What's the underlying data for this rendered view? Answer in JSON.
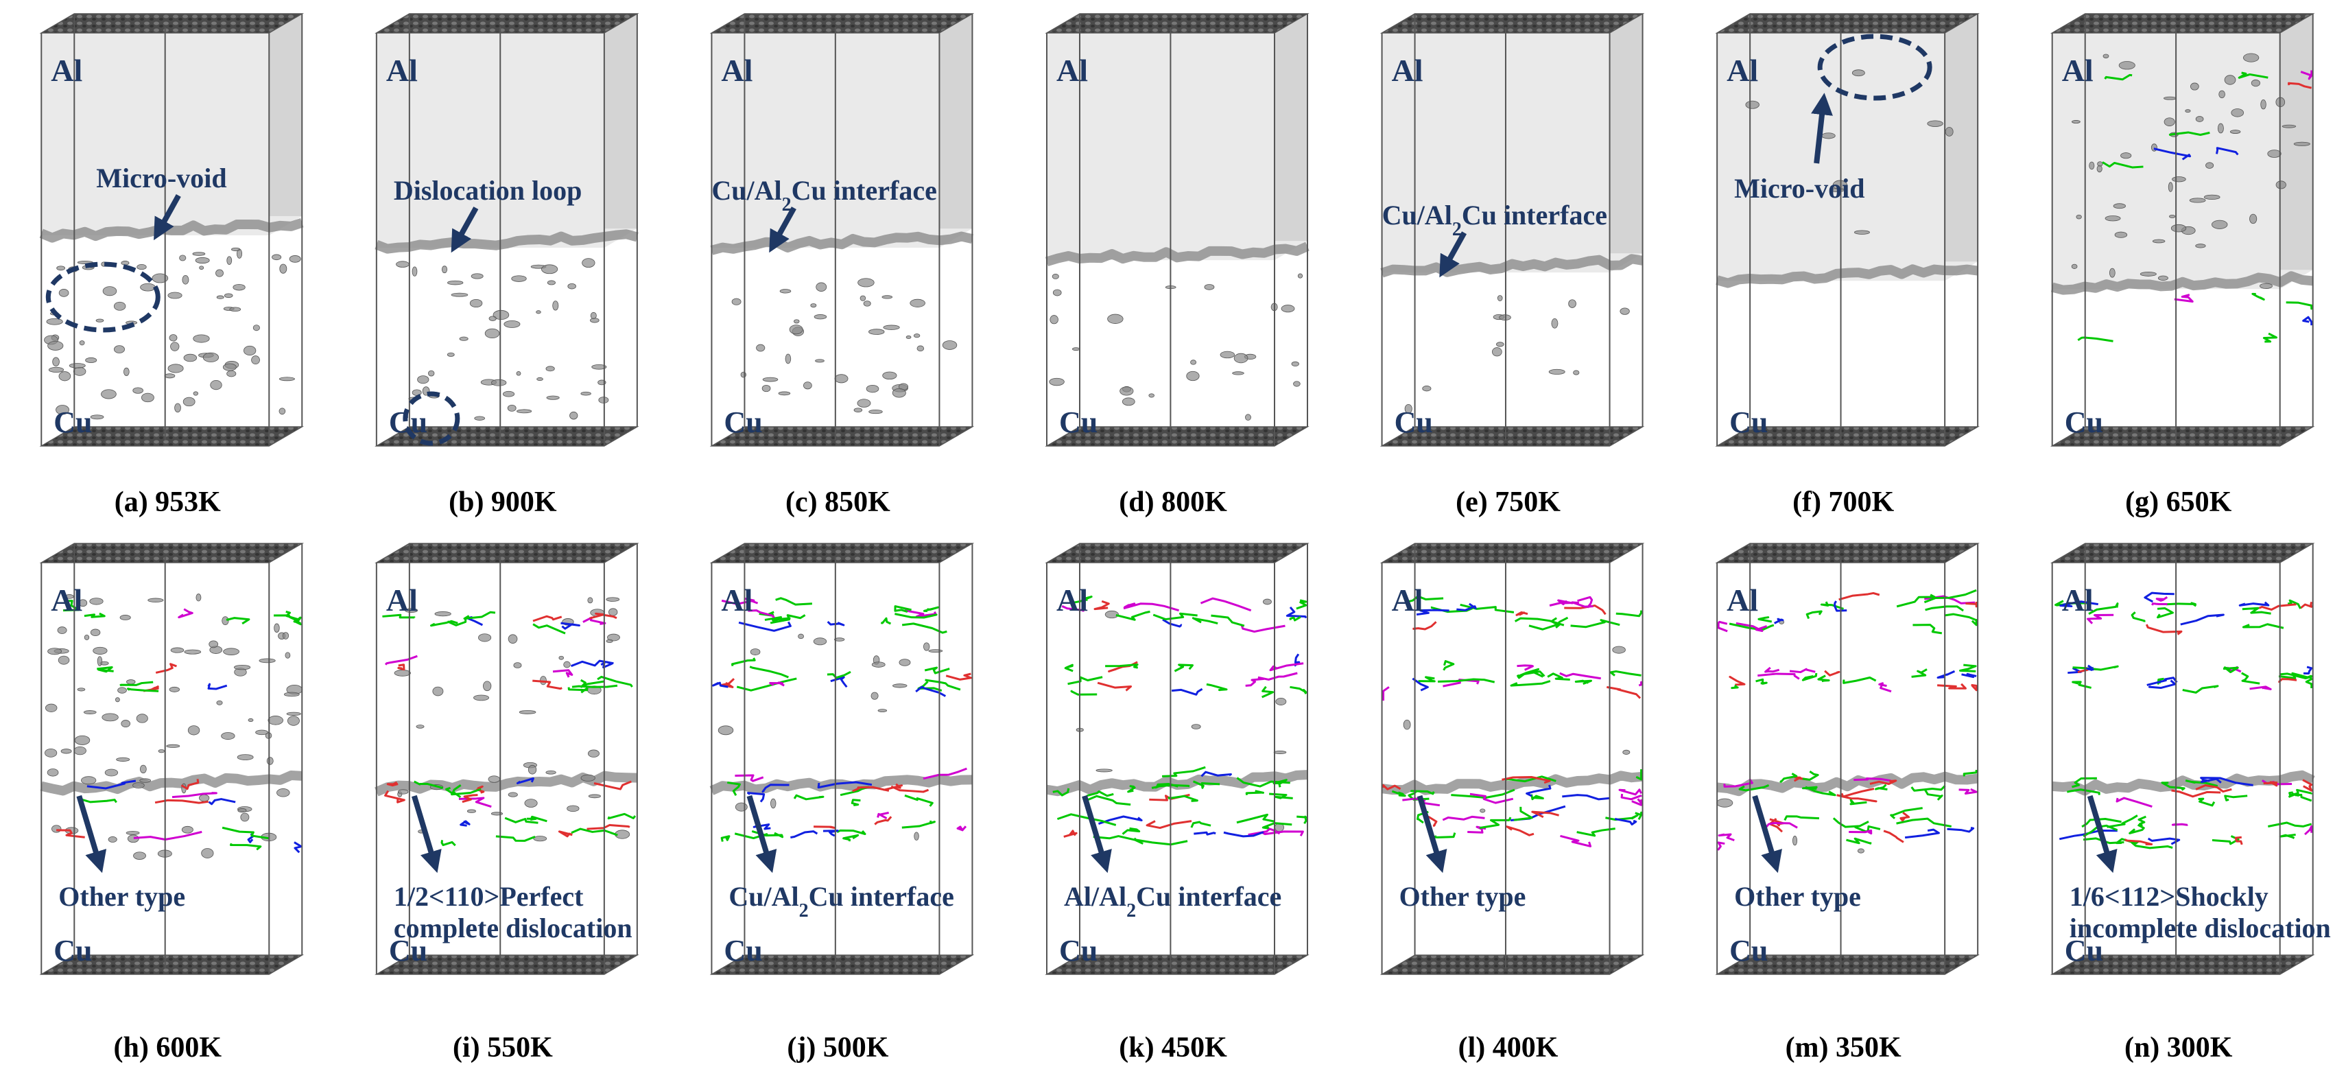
{
  "panels": [
    {
      "caption": "(a) 953K",
      "top_label": "Al",
      "bottom_label": "Cu",
      "annotation": "Micro-void",
      "arrow_up": false,
      "dashed_ellipse": "lower-left",
      "interface_level": 0.49,
      "top_fill": 0.49,
      "particles": 0.9,
      "dislocations": 0
    },
    {
      "caption": "(b) 900K",
      "top_label": "Al",
      "bottom_label": "Cu",
      "annotation": "Dislocation loop",
      "arrow_up": false,
      "dashed_ellipse": "bottom-small",
      "interface_level": 0.52,
      "top_fill": 0.52,
      "particles": 0.55,
      "dislocations": 0
    },
    {
      "caption": "(c) 850K",
      "top_label": "Al",
      "bottom_label": "Cu",
      "annotation": "Cu/Al2Cu interface",
      "annotation_sub": "2",
      "arrow_up": false,
      "interface_level": 0.52,
      "top_fill": 0.52,
      "particles": 0.45,
      "dislocations": 0
    },
    {
      "caption": "(d) 800K",
      "top_label": "Al",
      "bottom_label": "Cu",
      "annotation": "",
      "arrow_up": false,
      "interface_level": 0.55,
      "top_fill": 0.55,
      "particles": 0.3,
      "dislocations": 0
    },
    {
      "caption": "(e) 750K",
      "top_label": "Al",
      "bottom_label": "Cu",
      "annotation": "Cu/Al2Cu interface",
      "annotation_sub": "2",
      "arrow_up": false,
      "interface_level": 0.58,
      "top_fill": 0.58,
      "particles": 0.15,
      "dislocations": 0
    },
    {
      "caption": "(f) 700K",
      "top_label": "Al",
      "bottom_label": "Cu",
      "annotation": "Micro-void",
      "arrow_up": true,
      "dashed_ellipse": "top",
      "interface_level": 0.6,
      "top_fill": 0.6,
      "particles": 0.1,
      "dislocations": 0
    },
    {
      "caption": "(g) 650K",
      "top_label": "Al",
      "bottom_label": "Cu",
      "annotation": "",
      "arrow_up": false,
      "interface_level": 0.62,
      "top_fill": 0.62,
      "particles": 0.6,
      "dislocations": 0.2
    },
    {
      "caption": "(h) 600K",
      "top_label": "Al",
      "bottom_label": "Cu",
      "annotation": "Other type",
      "arrow_up": false,
      "interface_level": 0.55,
      "top_fill": 0,
      "particles": 1,
      "dislocations": 0.35
    },
    {
      "caption": "(i) 550K",
      "top_label": "Al",
      "bottom_label": "Cu",
      "annotation": "1/2<110>Perfect complete dislocation",
      "arrow_up": false,
      "interface_level": 0.55,
      "top_fill": 0,
      "particles": 0.5,
      "dislocations": 0.55
    },
    {
      "caption": "(j) 500K",
      "top_label": "Al",
      "bottom_label": "Cu",
      "annotation": "Cu/Al2Cu interface",
      "annotation_sub": "2",
      "arrow_up": false,
      "interface_level": 0.55,
      "top_fill": 0,
      "particles": 0.2,
      "dislocations": 0.75
    },
    {
      "caption": "(k) 450K",
      "top_label": "Al",
      "bottom_label": "Cu",
      "annotation": "Al/Al2Cu interface",
      "annotation_sub": "2",
      "arrow_up": false,
      "interface_level": 0.55,
      "top_fill": 0,
      "particles": 0.1,
      "dislocations": 0.85
    },
    {
      "caption": "(l) 400K",
      "top_label": "Al",
      "bottom_label": "",
      "annotation": "Other type",
      "arrow_up": false,
      "interface_level": 0.55,
      "top_fill": 0,
      "particles": 0.05,
      "dislocations": 0.9
    },
    {
      "caption": "(m) 350K",
      "top_label": "Al",
      "bottom_label": "Cu",
      "annotation": "Other type",
      "arrow_up": false,
      "interface_level": 0.55,
      "top_fill": 0,
      "particles": 0.05,
      "dislocations": 0.95
    },
    {
      "caption": "(n) 300K",
      "top_label": "Al",
      "bottom_label": "Cu",
      "annotation": "1/6<112>Shockly incomplete dislocation",
      "arrow_up": false,
      "interface_level": 0.55,
      "top_fill": 0,
      "particles": 0,
      "dislocations": 1
    }
  ],
  "colors": {
    "label": "#1f3864",
    "frame": "#555555",
    "plate": "#4a4a4a",
    "al_fill": "#d9d9d9",
    "void": "#8a8a8a",
    "dislocation_perfect": "#00c800",
    "dislocation_shockley": "#e03030",
    "dislocation_other": "#d000d0",
    "dislocation_misc": "#1020e0"
  }
}
